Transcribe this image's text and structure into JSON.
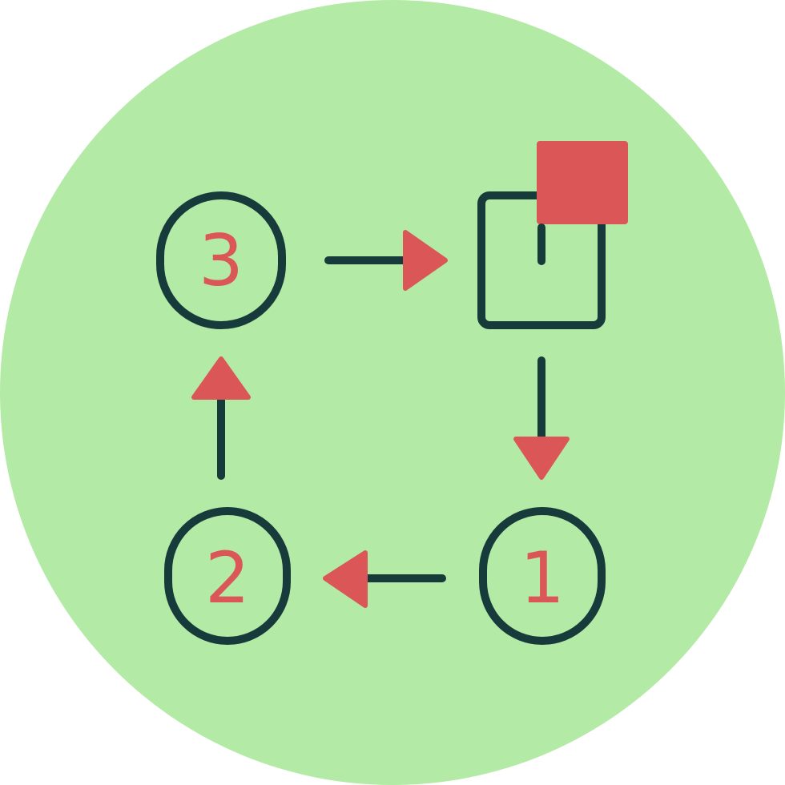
{
  "colors": {
    "background_circle": "#b3eaa6",
    "stroke_dark": "#173a3a",
    "accent_red": "#db5757"
  },
  "icon": "cycle-process-icon",
  "nodes": {
    "step1": {
      "label": "1"
    },
    "step2": {
      "label": "2"
    },
    "step3": {
      "label": "3"
    },
    "output": {
      "icon": "square-with-red-block-icon"
    }
  }
}
